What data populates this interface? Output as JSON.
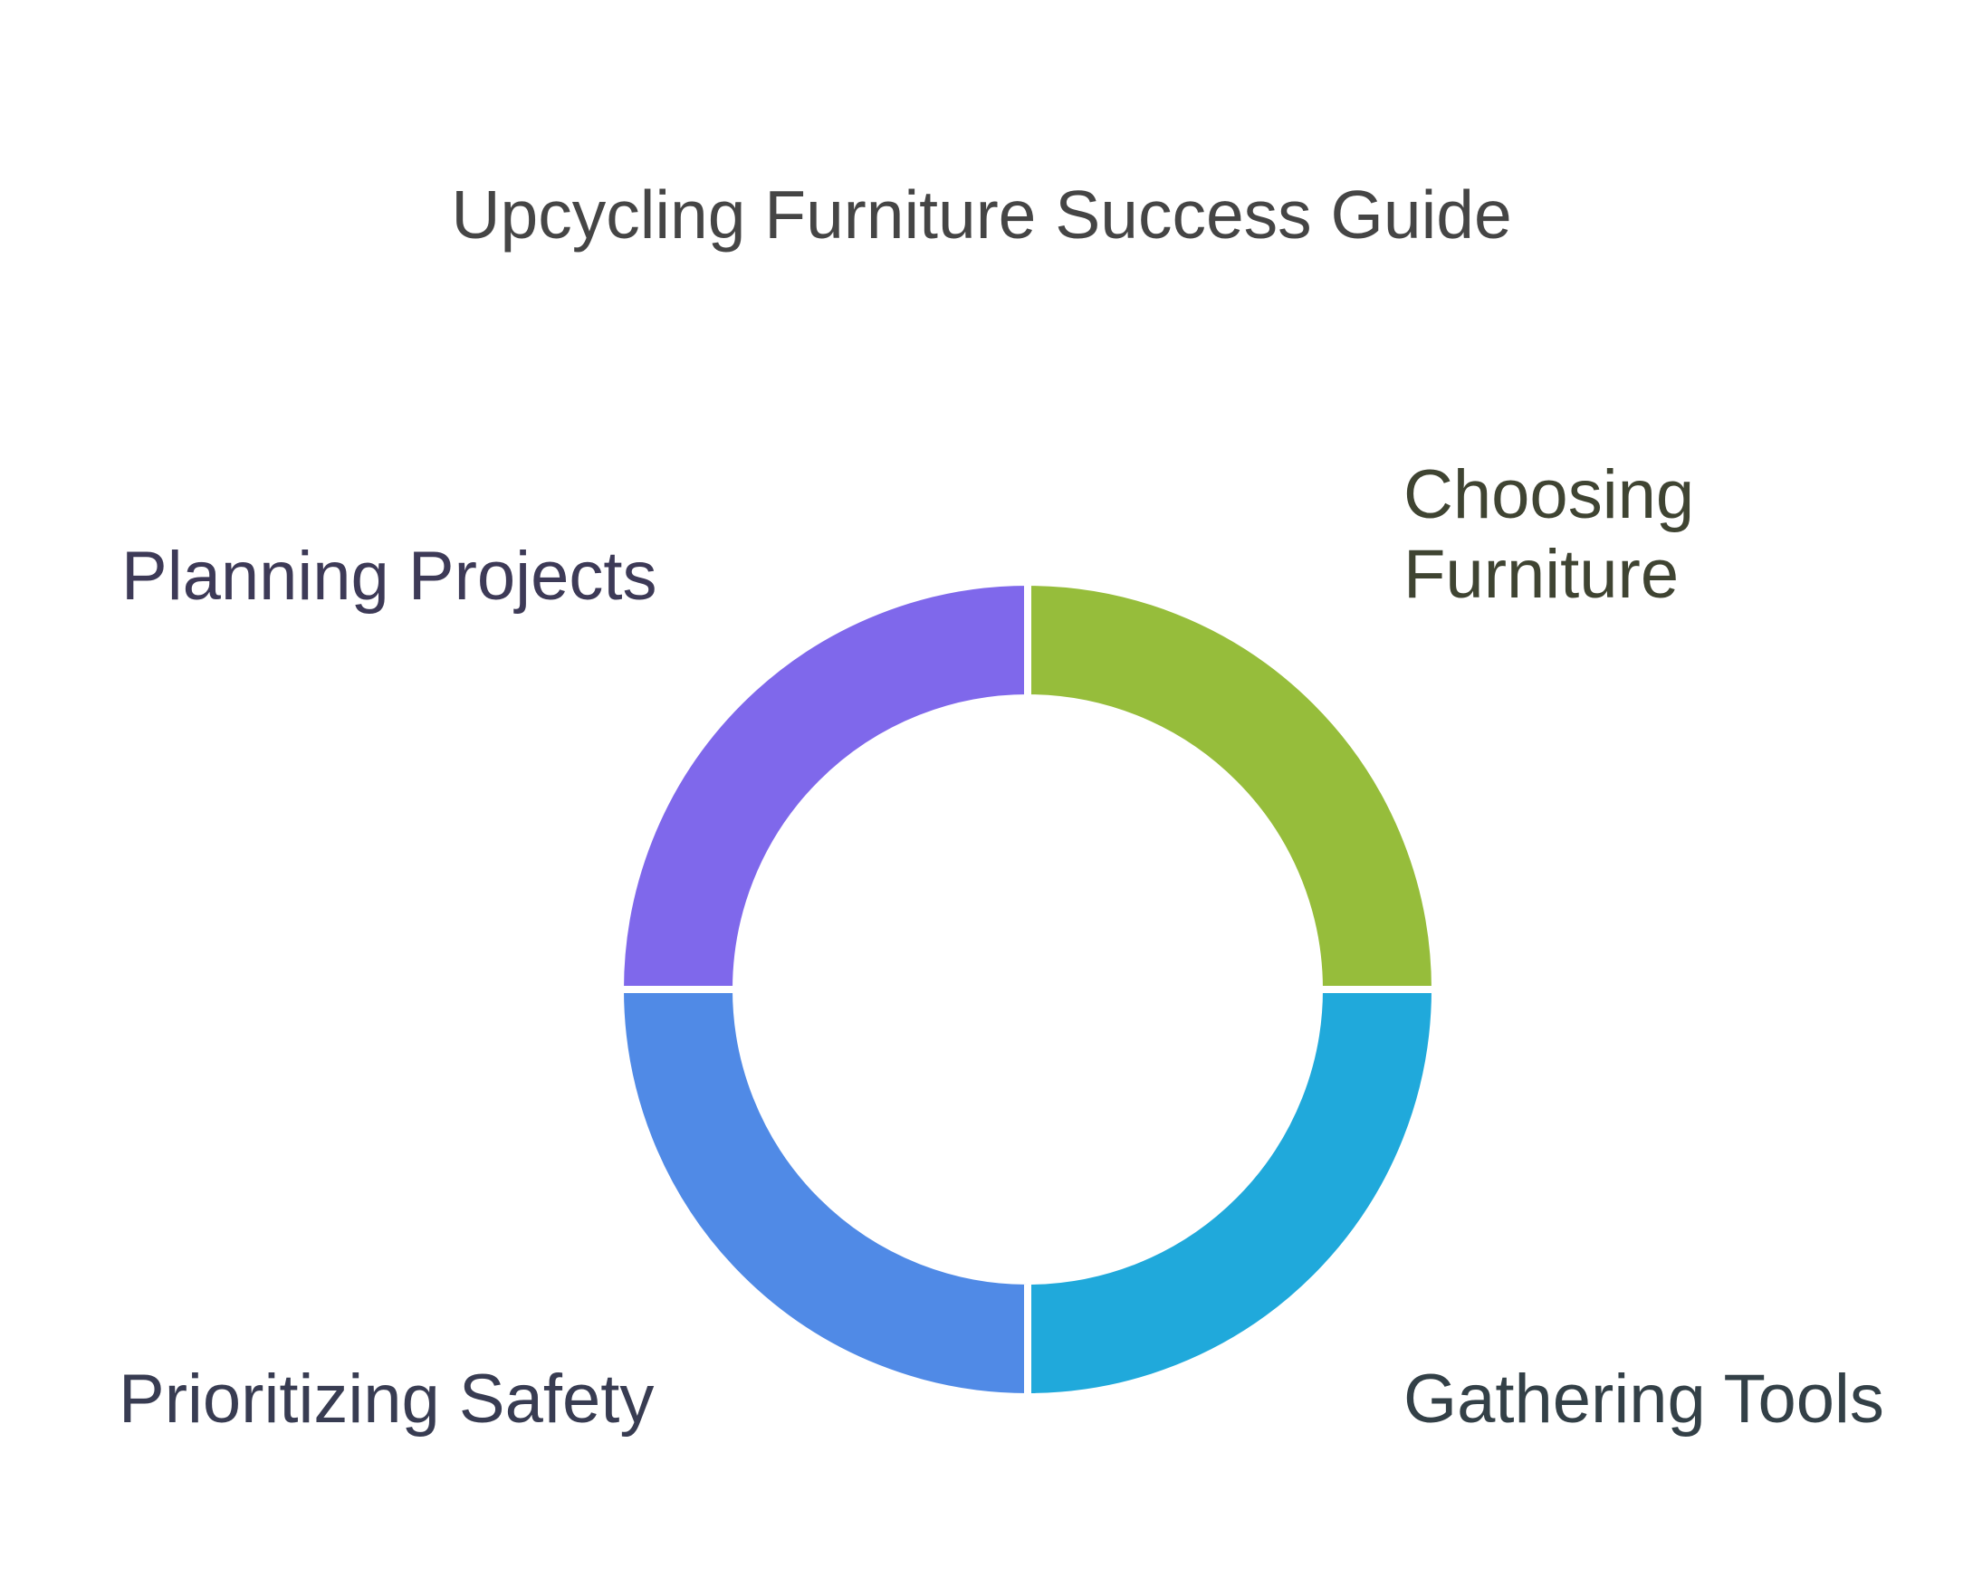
{
  "title": "Upcycling Furniture Success Guide",
  "segments": [
    {
      "id": "planning",
      "label": "Planning Projects",
      "color": "#7f68eb",
      "position": "top-left"
    },
    {
      "id": "choosing",
      "label_lines": [
        "Choosing",
        "Furniture"
      ],
      "color": "#96bd3b",
      "position": "top-right"
    },
    {
      "id": "tools",
      "label": "Gathering Tools",
      "color": "#20a9db",
      "position": "bottom-right"
    },
    {
      "id": "safety",
      "label": "Prioritizing Safety",
      "color": "#508ae6",
      "position": "bottom-left"
    }
  ],
  "colors": {
    "background": "#ffffff",
    "title_text": "#454545",
    "separator": "#ffffff"
  }
}
